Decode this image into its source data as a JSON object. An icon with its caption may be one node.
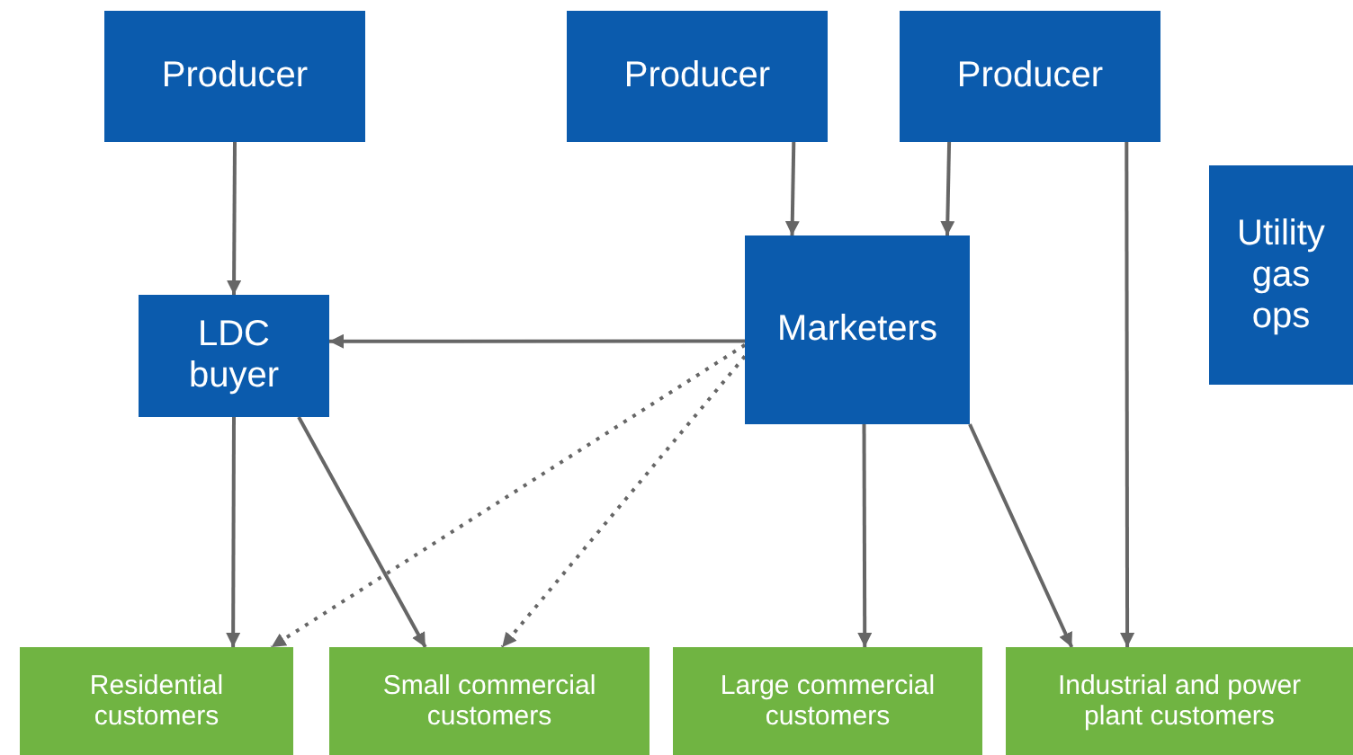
{
  "diagram": {
    "nodes": [
      {
        "text": [
          "Producer"
        ]
      },
      {
        "text": [
          "Producer"
        ]
      },
      {
        "text": [
          "Producer"
        ]
      },
      {
        "text": [
          "Utility gas ops"
        ]
      },
      {
        "text": [
          "LDC buyer"
        ]
      },
      {
        "text": [
          "Marketers"
        ]
      },
      {
        "text": [
          "Residential customers"
        ]
      },
      {
        "text": [
          "Small commercial customers"
        ]
      },
      {
        "text": [
          "Large commercial customers"
        ]
      },
      {
        "text": [
          "Industrial and power plant customers"
        ]
      }
    ],
    "edges": [
      {
        "from": 0,
        "to": 4,
        "arrow": "to"
      },
      {
        "from": 1,
        "to": 5,
        "arrow": "to"
      },
      {
        "from": 2,
        "to": 5,
        "arrow": "to"
      },
      {
        "from": 2,
        "to": 9,
        "arrow": "to"
      },
      {
        "from": 5,
        "to": 4,
        "arrow": "to"
      },
      {
        "from": 5,
        "to": 6,
        "arrow": "to",
        "style": "dashed"
      },
      {
        "from": 5,
        "to": 7,
        "arrow": "to",
        "style": "dashed"
      },
      {
        "from": 5,
        "to": 8,
        "arrow": "to"
      },
      {
        "from": 5,
        "to": 9,
        "arrow": "to"
      },
      {
        "from": 4,
        "to": 6,
        "arrow": "to"
      },
      {
        "from": 4,
        "to": 7,
        "arrow": "to"
      }
    ]
  }
}
